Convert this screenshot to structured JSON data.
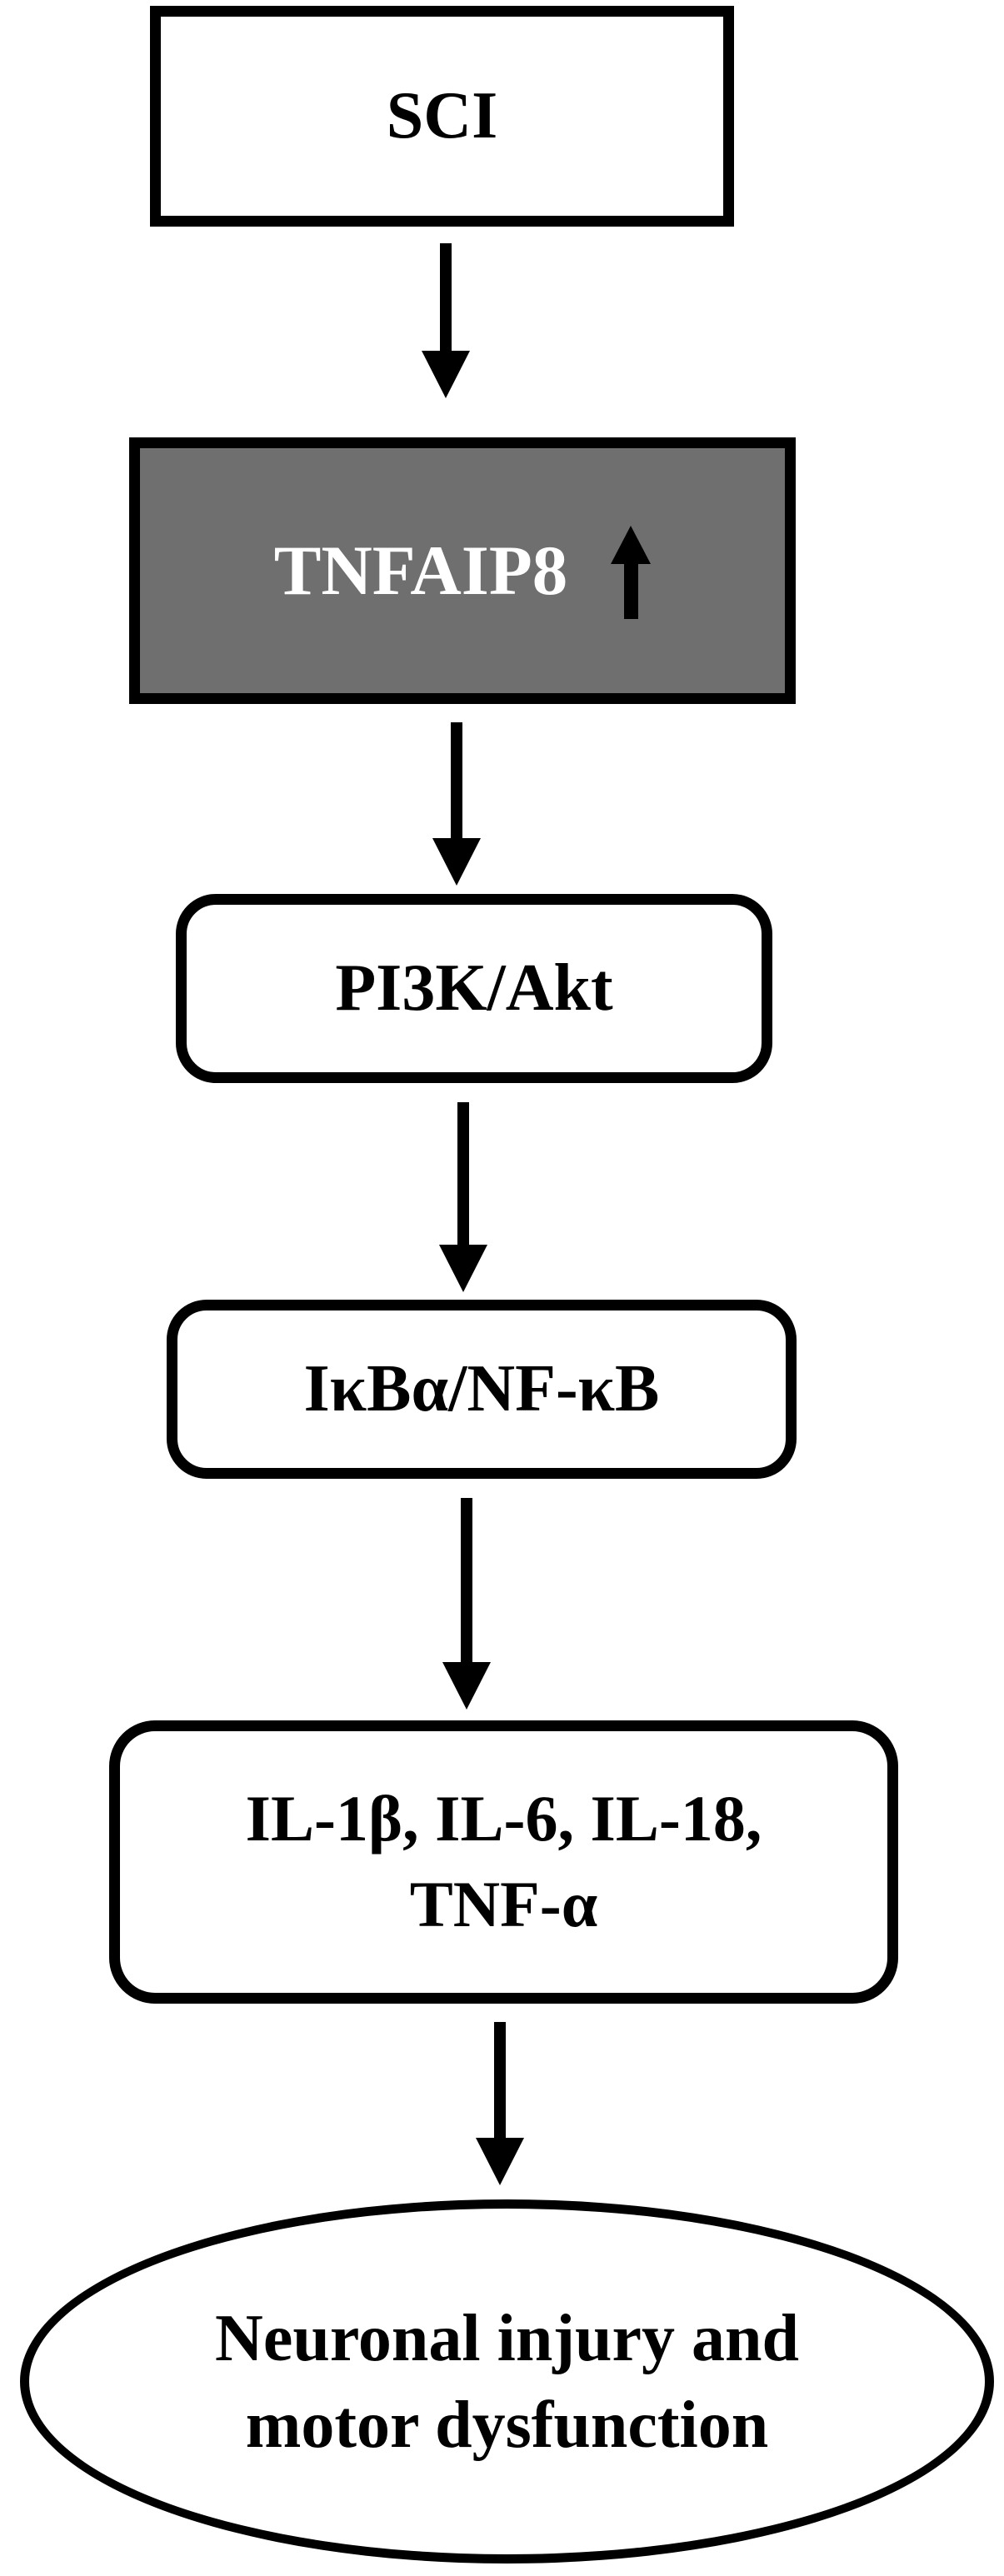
{
  "diagram": {
    "type": "flowchart",
    "direction": "top-down",
    "nodes": {
      "sci": {
        "label": "SCI",
        "shape": "rectangle",
        "fill": "#ffffff",
        "text_color": "#000000"
      },
      "tnfaip8": {
        "label": "TNFAIP8",
        "shape": "rectangle",
        "fill": "#6f6f6f",
        "text_color": "#ffffff",
        "trend_icon": "up-arrow-icon",
        "trend_meaning": "increased expression"
      },
      "pi3k_akt": {
        "label": "PI3K/Akt",
        "shape": "rounded-rectangle",
        "fill": "#ffffff",
        "text_color": "#000000"
      },
      "ikba_nfkb": {
        "label": "IκBα/NF-κB",
        "shape": "rounded-rectangle",
        "fill": "#ffffff",
        "text_color": "#000000"
      },
      "cytokines": {
        "line1": "IL-1β, IL-6, IL-18,",
        "line2": "TNF-α",
        "shape": "rounded-rectangle",
        "fill": "#ffffff",
        "text_color": "#000000"
      },
      "outcome": {
        "line1": "Neuronal injury and",
        "line2": "motor dysfunction",
        "shape": "ellipse",
        "fill": "#ffffff",
        "text_color": "#000000"
      }
    },
    "connectors": [
      {
        "from": "sci",
        "to": "tnfaip8",
        "style": "solid-arrow-down"
      },
      {
        "from": "tnfaip8",
        "to": "pi3k_akt",
        "style": "solid-arrow-down"
      },
      {
        "from": "pi3k_akt",
        "to": "ikba_nfkb",
        "style": "solid-arrow-down"
      },
      {
        "from": "ikba_nfkb",
        "to": "cytokines",
        "style": "solid-arrow-down"
      },
      {
        "from": "cytokines",
        "to": "outcome",
        "style": "solid-arrow-down"
      }
    ],
    "colors": {
      "background": "#ffffff",
      "stroke": "#000000",
      "text": "#000000",
      "highlight_fill": "#6f6f6f",
      "highlight_text": "#ffffff"
    }
  }
}
